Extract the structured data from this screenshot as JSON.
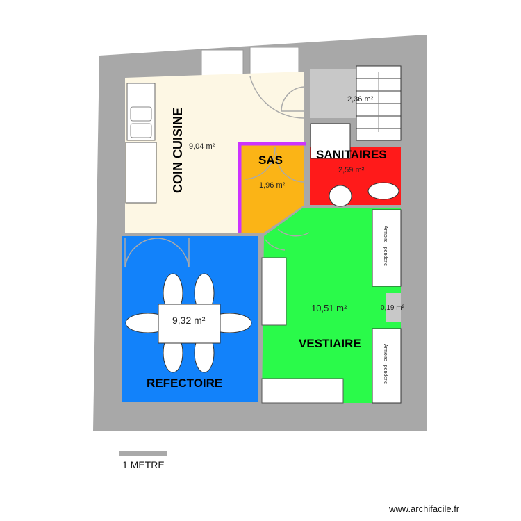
{
  "plan": {
    "colors": {
      "wall": "#a8a8a8",
      "kitchen": "#fdf7e4",
      "sas": "#fbb416",
      "sanitaires": "#ff1a1a",
      "refectoire": "#1282fa",
      "vestiaire": "#2afa4a",
      "stair_area": "#c8c8c8",
      "small_closet": "#c8c8c8",
      "partition_accent": "#cc33ff"
    },
    "rooms": {
      "coin_cuisine": {
        "name": "COIN CUISINE",
        "area": "9,04 m²"
      },
      "sas": {
        "name": "SAS",
        "area": "1,96 m²"
      },
      "sanitaires": {
        "name": "SANITAIRES",
        "area": "2,59 m²"
      },
      "stairs": {
        "area": "2,36 m²"
      },
      "refectoire": {
        "name": "REFECTOIRE",
        "area": "9,32 m²"
      },
      "vestiaire": {
        "name": "VESTIAIRE",
        "area": "10,51 m²"
      },
      "closet": {
        "area": "0,19 m²"
      }
    },
    "furniture": {
      "wardrobe_top": "Armoire - penderie",
      "wardrobe_bottom": "Armoire - penderie"
    }
  },
  "scale": {
    "label": "1 METRE"
  },
  "watermark": "www.archifacile.fr"
}
